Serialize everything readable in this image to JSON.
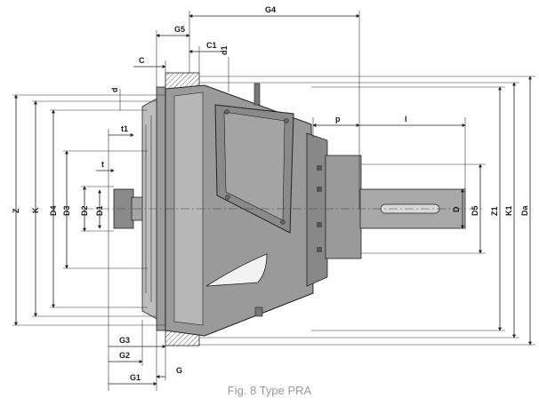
{
  "caption": "Fig. 8 Type PRA",
  "labels": {
    "G4": "G4",
    "G5": "G5",
    "C1": "C1",
    "C": "C",
    "d1": "d1",
    "d": "d",
    "p": "p",
    "l": "l",
    "t1": "t1",
    "t": "t",
    "Z": "Z",
    "K": "K",
    "D4": "D4",
    "D3": "D3",
    "D2": "D2",
    "D1": "D1",
    "D": "D",
    "D5": "D5",
    "Z1": "Z1",
    "K1": "K1",
    "Da": "Da",
    "G3": "G3",
    "G2": "G2",
    "G": "G",
    "G1": "G1"
  },
  "colors": {
    "body": "#9a9a9a",
    "body_dark": "#6e6e6e",
    "body_light": "#c4c4c4",
    "line": "#222222",
    "caption": "#9a9a9a"
  }
}
